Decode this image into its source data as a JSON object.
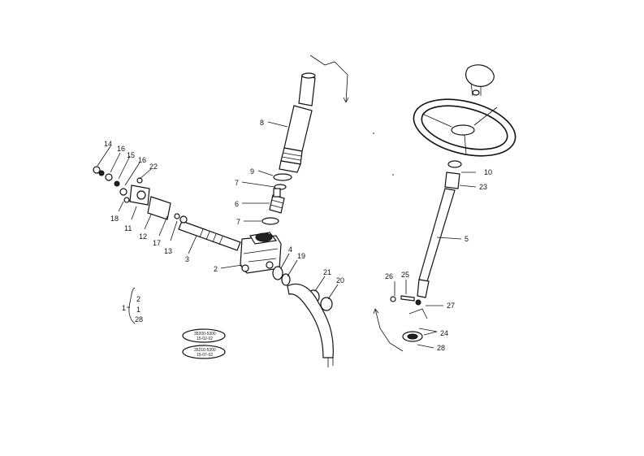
{
  "callouts": {
    "c1": "1",
    "c2": "2",
    "c3": "3",
    "c4": "4",
    "c5": "5",
    "c6": "6",
    "c7a": "7",
    "c7b": "7",
    "c8": "8",
    "c9": "9",
    "c10": "10",
    "c11": "11",
    "c12": "12",
    "c13": "13",
    "c14": "14",
    "c15": "15",
    "c16a": "16",
    "c16b": "16",
    "c17": "17",
    "c18": "18",
    "c19": "19",
    "c20": "20",
    "c21": "21",
    "c22": "22",
    "c23": "23",
    "c24": "24",
    "c25": "25",
    "c26": "26",
    "c27": "27",
    "c28": "28"
  },
  "group_legend": {
    "parent": "1",
    "child_top": "2",
    "child_mid": "1",
    "child_bottom": "28"
  },
  "stamps": {
    "stamp1_line1": "35200-5300",
    "stamp1_line2": "15-02-02",
    "stamp2_line1": "35210-5300",
    "stamp2_line2": "15-07-02"
  }
}
